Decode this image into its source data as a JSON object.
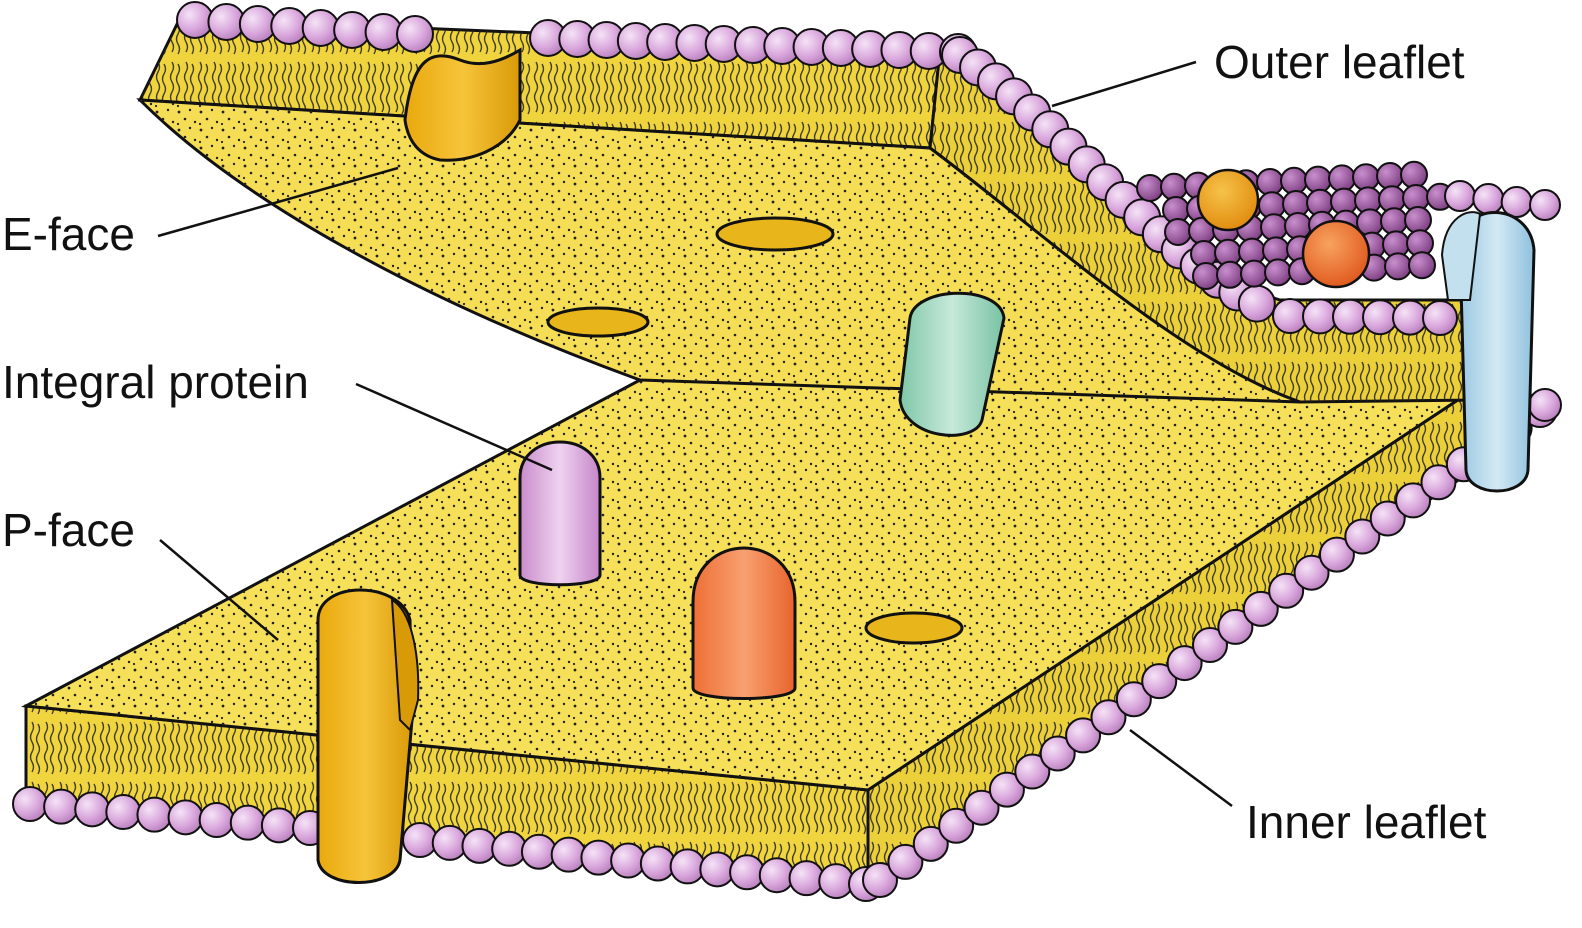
{
  "labels": {
    "outer_leaflet": "Outer leaflet",
    "e_face": "E-face",
    "integral_protein": "Integral protein",
    "p_face": "P-face",
    "inner_leaflet": "Inner leaflet"
  },
  "colors": {
    "membrane_face": "#f3d847",
    "membrane_edge": "#ead23a",
    "head_group": "#d9a6dc",
    "head_group_dark": "#8e4a92",
    "protein_gold": "#e6ad12",
    "protein_orange": "#ee7a3e",
    "protein_purple": "#d7a0d8",
    "protein_green": "#8ecfb3",
    "protein_blue": "#a9d1e6",
    "line": "#111111"
  }
}
